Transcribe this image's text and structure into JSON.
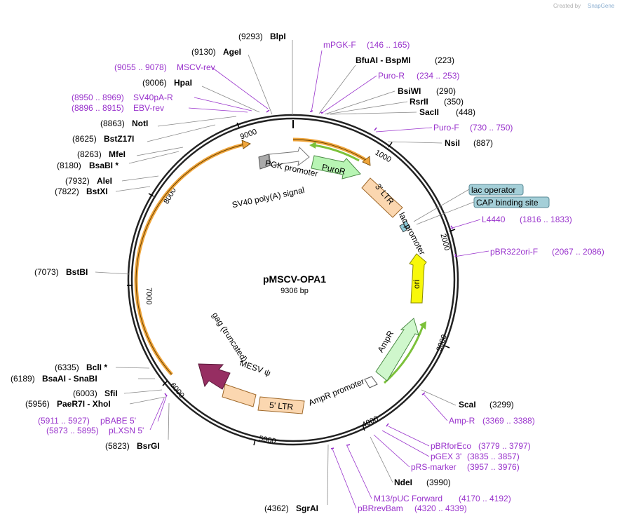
{
  "plasmid": {
    "name": "pMSCV-OPA1",
    "size": "9306 bp"
  },
  "branding": {
    "created_by": "Created by",
    "brand": "SnapGene"
  },
  "ticks": [
    "1000",
    "2000",
    "3000",
    "4000",
    "5000",
    "6000",
    "7000",
    "8000",
    "9000"
  ],
  "sites_top": [
    {
      "pos": "(9293)",
      "name": "BlpI"
    },
    {
      "pos": "(9130)",
      "name": "AgeI"
    },
    {
      "pos": "(9006)",
      "name": "HpaI"
    },
    {
      "pos": "(8863)",
      "name": "NotI"
    },
    {
      "pos": "(8625)",
      "name": "BstZ17I"
    },
    {
      "pos": "(8263)",
      "name": "MfeI"
    },
    {
      "pos": "(8180)",
      "name": "BsaBI *"
    },
    {
      "pos": "(7932)",
      "name": "AleI"
    },
    {
      "pos": "(7822)",
      "name": "BstXI"
    },
    {
      "pos": "(7073)",
      "name": "BstBI"
    },
    {
      "pos": "(6335)",
      "name": "BclI *"
    },
    {
      "pos": "(6189)",
      "name": "BsaAI  -  SnaBI"
    },
    {
      "pos": "(6003)",
      "name": "SfiI"
    },
    {
      "pos": "(5956)",
      "name": "PaeR7I  -  XhoI"
    },
    {
      "pos": "(5823)",
      "name": "BsrGI"
    },
    {
      "pos": "(4362)",
      "name": "SgrAI"
    }
  ],
  "sites_right": [
    {
      "name": "BfuAI  -  BspMI",
      "pos": "(223)"
    },
    {
      "name": "BsiWI",
      "pos": "(290)"
    },
    {
      "name": "RsrII",
      "pos": "(350)"
    },
    {
      "name": "SacII",
      "pos": "(448)"
    },
    {
      "name": "NsiI",
      "pos": "(887)"
    },
    {
      "name": "ScaI",
      "pos": "(3299)"
    },
    {
      "name": "NdeI",
      "pos": "(3990)"
    }
  ],
  "primers": [
    {
      "range": "(9055 .. 9078)",
      "name": "MSCV-rev"
    },
    {
      "range": "(8950 .. 8969)",
      "name": "SV40pA-R"
    },
    {
      "range": "(8896 .. 8915)",
      "name": "EBV-rev"
    },
    {
      "range": "(5911 .. 5927)",
      "name": "pBABE 5'"
    },
    {
      "range": "(5873 .. 5895)",
      "name": "pLXSN 5'"
    },
    {
      "name": "mPGK-F",
      "range": "(146 .. 165)"
    },
    {
      "name": "Puro-R",
      "range": "(234 .. 253)"
    },
    {
      "name": "Puro-F",
      "range": "(730 .. 750)"
    },
    {
      "name": "L4440",
      "range": "(1816 .. 1833)"
    },
    {
      "name": "pBR322ori-F",
      "range": "(2067 .. 2086)"
    },
    {
      "name": "Amp-R",
      "range": "(3369 .. 3388)"
    },
    {
      "name": "pBRforEco",
      "range": "(3779 .. 3797)"
    },
    {
      "name": "pGEX 3'",
      "range": "(3835 .. 3857)"
    },
    {
      "name": "pRS-marker",
      "range": "(3957 .. 3976)"
    },
    {
      "name": "M13/pUC Forward",
      "range": "(4170 .. 4192)"
    },
    {
      "name": "pBRrevBam",
      "range": "(4320 .. 4339)"
    }
  ],
  "boxed_labels": [
    {
      "name": "lac operator"
    },
    {
      "name": "CAP binding site"
    }
  ],
  "features": [
    {
      "name": "PuroR"
    },
    {
      "name": "3' LTR"
    },
    {
      "name": "lac promoter"
    },
    {
      "name": "ori"
    },
    {
      "name": "AmpR"
    },
    {
      "name": "AmpR promoter"
    },
    {
      "name": "5' LTR"
    },
    {
      "name": "MESV ψ"
    },
    {
      "name": "gag (truncated)"
    },
    {
      "name": "PGK promoter"
    },
    {
      "name": "SV40 poly(A) signal"
    }
  ],
  "colors": {
    "backbone": "#222222",
    "orf": "#f0a63c",
    "primer": "#9933cc",
    "puro": "#b8f5b4",
    "ltr": "#fbd7b0",
    "ori": "#f8f80a",
    "gag": "#962e62",
    "boxed": "#a4cfd8"
  }
}
